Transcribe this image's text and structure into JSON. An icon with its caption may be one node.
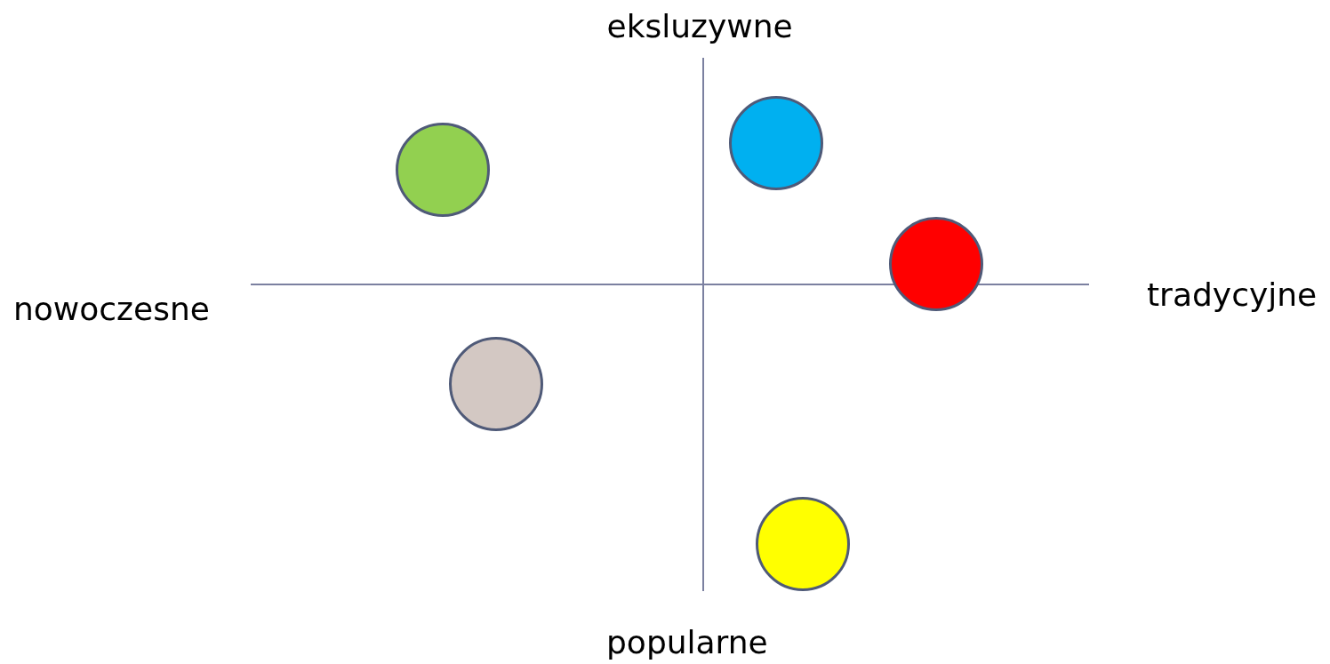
{
  "diagram": {
    "nodes": [
      {
        "text": [],
        "shape": "circle"
      },
      {
        "text": [],
        "shape": "circle"
      },
      {
        "text": [],
        "shape": "circle"
      },
      {
        "text": [],
        "shape": "circle"
      },
      {
        "text": [],
        "shape": "circle"
      }
    ],
    "edges": [],
    "labels": [
      "eksluzywne",
      "nowoczesne",
      "tradycyjne",
      "popularne"
    ]
  }
}
